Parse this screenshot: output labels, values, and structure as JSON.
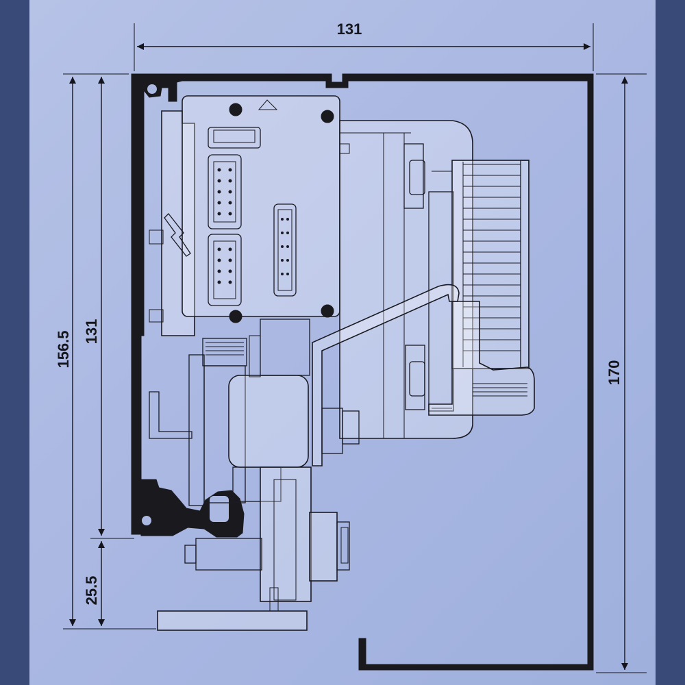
{
  "diagram": {
    "dimensions": {
      "top_width": "131",
      "left_outer_height": "156.5",
      "left_inner_height": "131",
      "bottom_offset": "25.5",
      "right_height": "170"
    },
    "colors": {
      "background_panel": "#aab8e2",
      "frame_border": "#3a4a78",
      "line": "#1a1a22",
      "profile": "#1a1a1e"
    }
  }
}
